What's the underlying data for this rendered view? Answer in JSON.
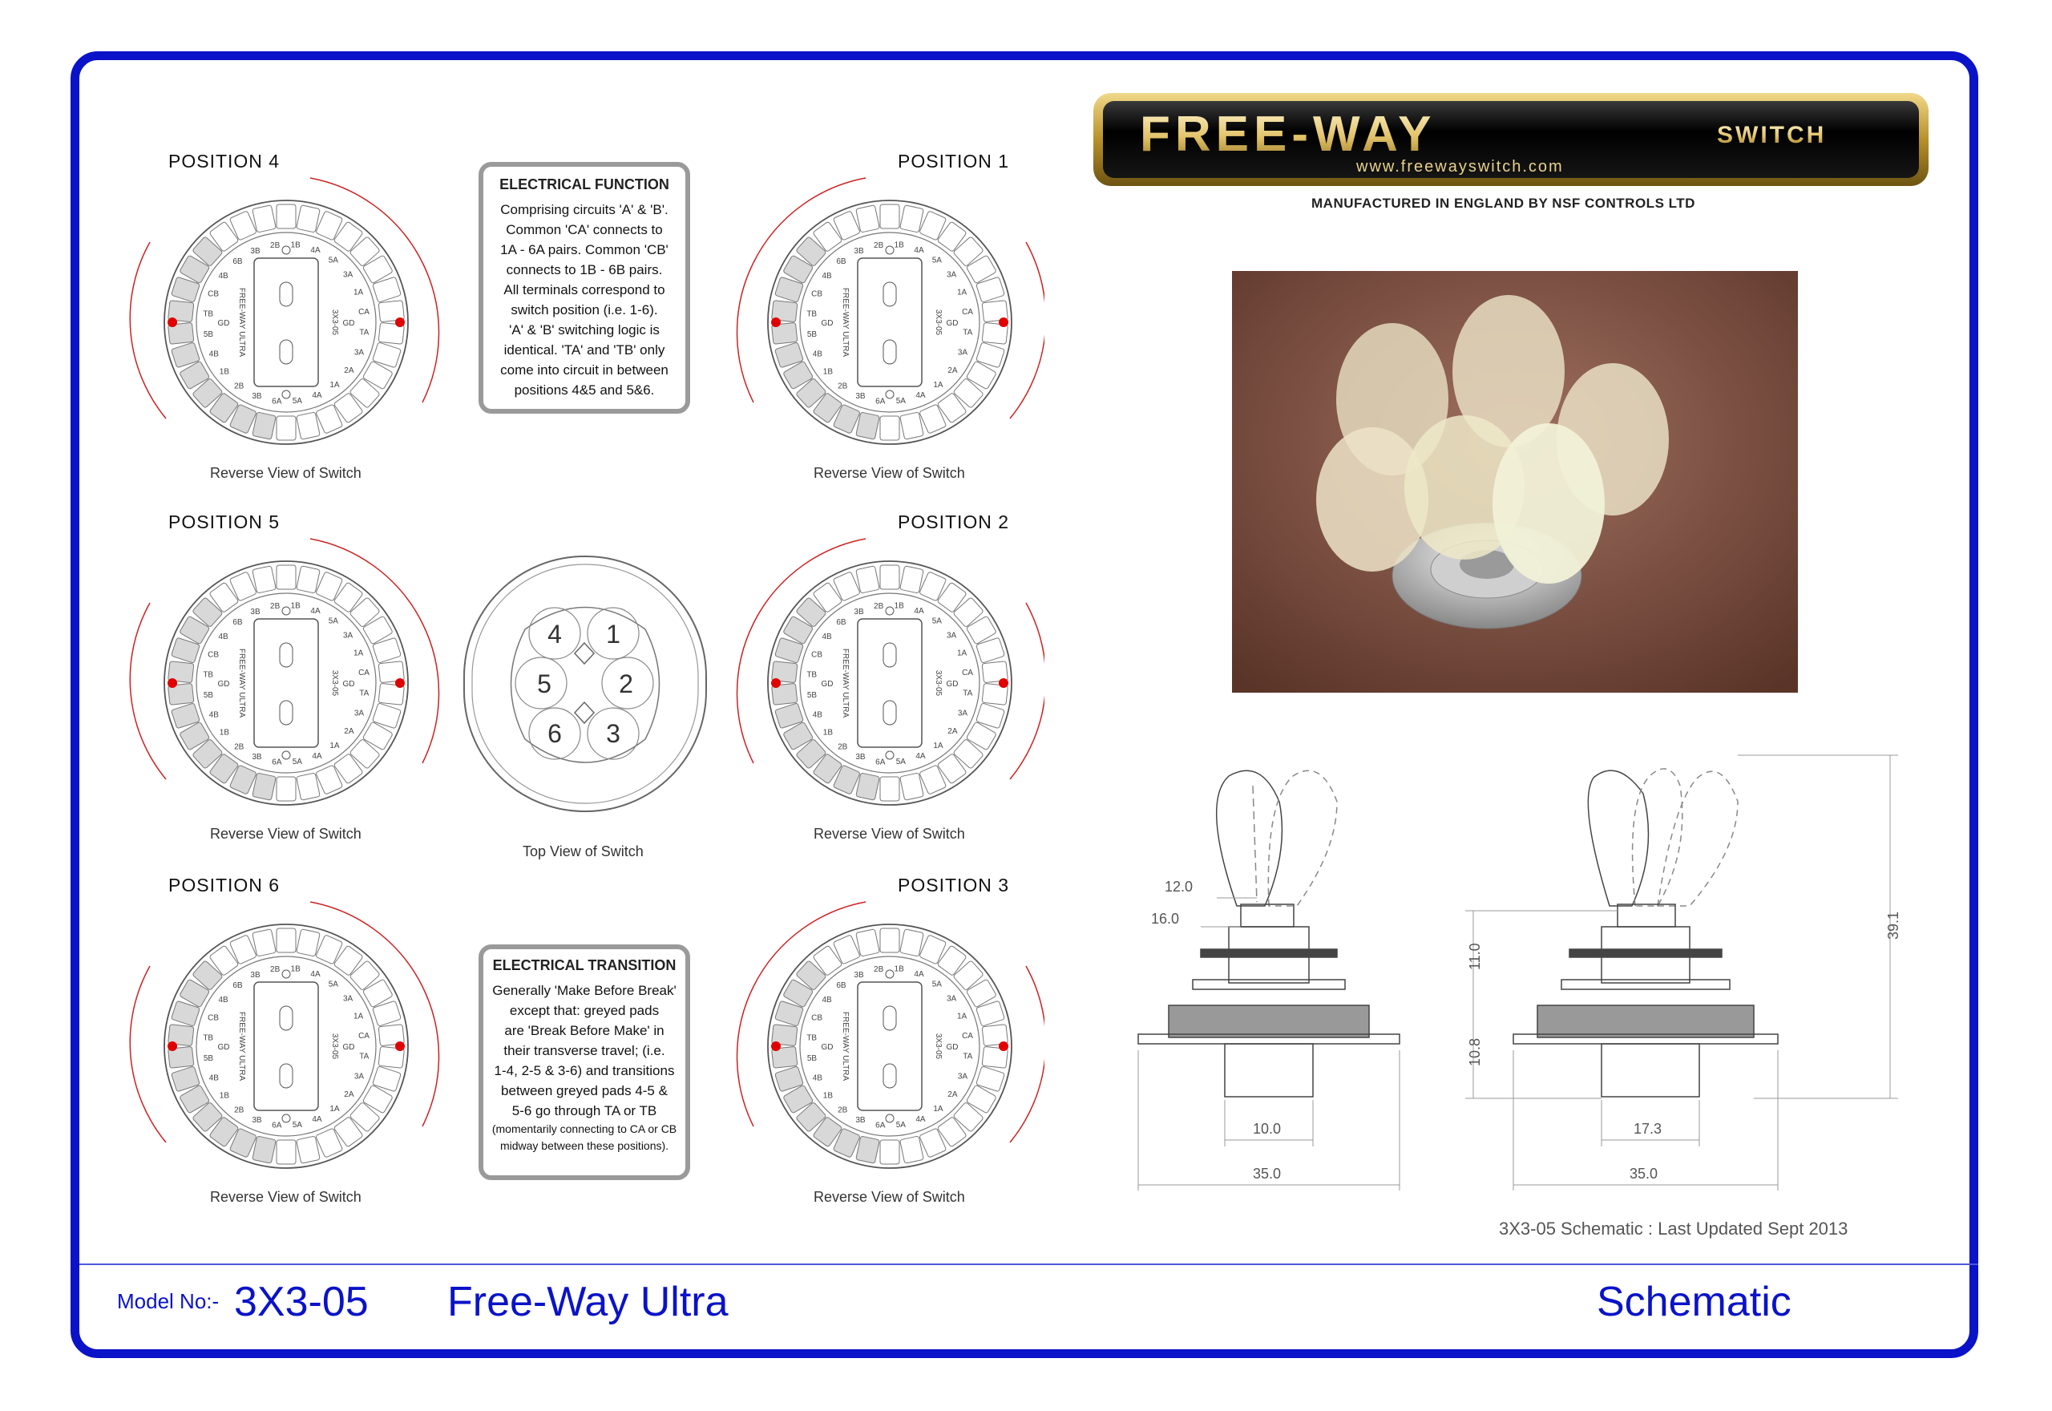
{
  "positions": [
    {
      "title": "POSITION 4",
      "caption": "Reverse View of Switch",
      "left_arc": true
    },
    {
      "title": "POSITION 1",
      "caption": "Reverse View of Switch",
      "left_arc": false
    },
    {
      "title": "POSITION 5",
      "caption": "Reverse View of Switch",
      "left_arc": true
    },
    {
      "title": "POSITION 2",
      "caption": "Reverse View of Switch",
      "left_arc": false
    },
    {
      "title": "POSITION 6",
      "caption": "Reverse View of Switch",
      "left_arc": true
    },
    {
      "title": "POSITION 3",
      "caption": "Reverse View of Switch",
      "left_arc": false
    }
  ],
  "terminal_labels": {
    "ring": [
      "1B",
      "4A",
      "5A",
      "3A",
      "1A",
      "CA",
      "TA",
      "3A",
      "2A",
      "1A",
      "4A",
      "5A",
      "6A",
      "3B",
      "2B",
      "1B",
      "4B",
      "5B",
      "TB",
      "CB",
      "4B",
      "6B",
      "3B",
      "2B"
    ],
    "center_left": "FREE-WAY ULTRA",
    "center_right": "3X3-05",
    "side_left": "GD",
    "side_right": "GD"
  },
  "electrical_function": {
    "heading": "ELECTRICAL FUNCTION",
    "lines": [
      "Comprising circuits 'A' & 'B'.",
      "Common  'CA' connects to",
      "1A - 6A pairs. Common  'CB'",
      "connects to 1B - 6B pairs.",
      "All terminals correspond to",
      "switch position (i.e. 1-6).",
      "'A' & 'B' switching logic is",
      "identical. 'TA' and 'TB' only",
      "come into circuit in between",
      "positions 4&5 and 5&6."
    ]
  },
  "electrical_transition": {
    "heading": "ELECTRICAL TRANSITION",
    "lines": [
      "Generally 'Make Before Break'",
      "except that: greyed pads",
      "are 'Break Before Make' in",
      "their transverse travel; (i.e.",
      "1-4, 2-5 & 3-6) and transitions",
      "between greyed pads 4-5 &",
      "5-6 go through TA or TB"
    ],
    "small_lines": [
      "(momentarily connecting to CA or CB",
      "midway between these positions)."
    ]
  },
  "top_view": {
    "caption": "Top View of Switch",
    "numbers": [
      "4",
      "1",
      "5",
      "2",
      "6",
      "3"
    ]
  },
  "brand": {
    "logo_main": "FREE-WAY",
    "logo_sub": "SWITCH",
    "url": "www.freewayswitch.com",
    "manufactured": "MANUFACTURED IN ENGLAND BY NSF CONTROLS LTD"
  },
  "dimensions": {
    "left_view": {
      "d1": "12.0",
      "d2": "16.0",
      "d3": "10.0",
      "d4": "35.0"
    },
    "right_view": {
      "h1": "11.0",
      "h2": "10.8",
      "h3": "39.1",
      "w1": "17.3",
      "w2": "35.0"
    }
  },
  "updated": "3X3-05 Schematic : Last Updated Sept 2013",
  "footer": {
    "model_label": "Model No:-",
    "model": "3X3-05",
    "name": "Free-Way Ultra",
    "type": "Schematic"
  },
  "colors": {
    "frame": "#0a13c8",
    "dot": "#e00000",
    "arc": "#cc2222",
    "pad_grey": "#d8d8d8"
  }
}
